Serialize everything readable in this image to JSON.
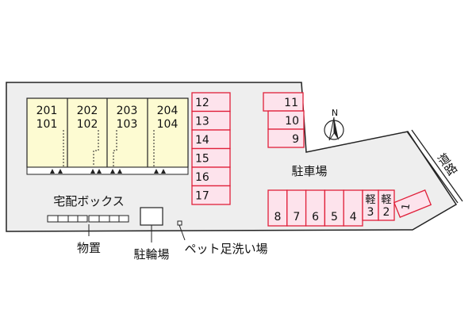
{
  "units": [
    {
      "upper": "201",
      "lower": "101"
    },
    {
      "upper": "202",
      "lower": "102"
    },
    {
      "upper": "203",
      "lower": "103"
    },
    {
      "upper": "204",
      "lower": "104"
    }
  ],
  "parking_left": [
    "12",
    "13",
    "14",
    "15",
    "16",
    "17"
  ],
  "parking_top_right": [
    "11",
    "10",
    "9"
  ],
  "parking_bottom": [
    "8",
    "7",
    "6",
    "5",
    "4"
  ],
  "parking_kei": [
    {
      "kei": "軽",
      "num": "3"
    },
    {
      "kei": "軽",
      "num": "2"
    }
  ],
  "parking_slant": "1",
  "labels": {
    "parking_lot": "駐車場",
    "delivery_box": "宅配ボックス",
    "storage": "物置",
    "bicycle": "駐輪場",
    "pet_wash": "ペット足洗い場",
    "road": "道路",
    "north": "N"
  },
  "colors": {
    "lot_fill": "#eeeeee",
    "building_fill": "#fdfbd2",
    "parking_fill": "#fde3ec",
    "parking_stroke": "#e0203a",
    "line": "#222222"
  }
}
